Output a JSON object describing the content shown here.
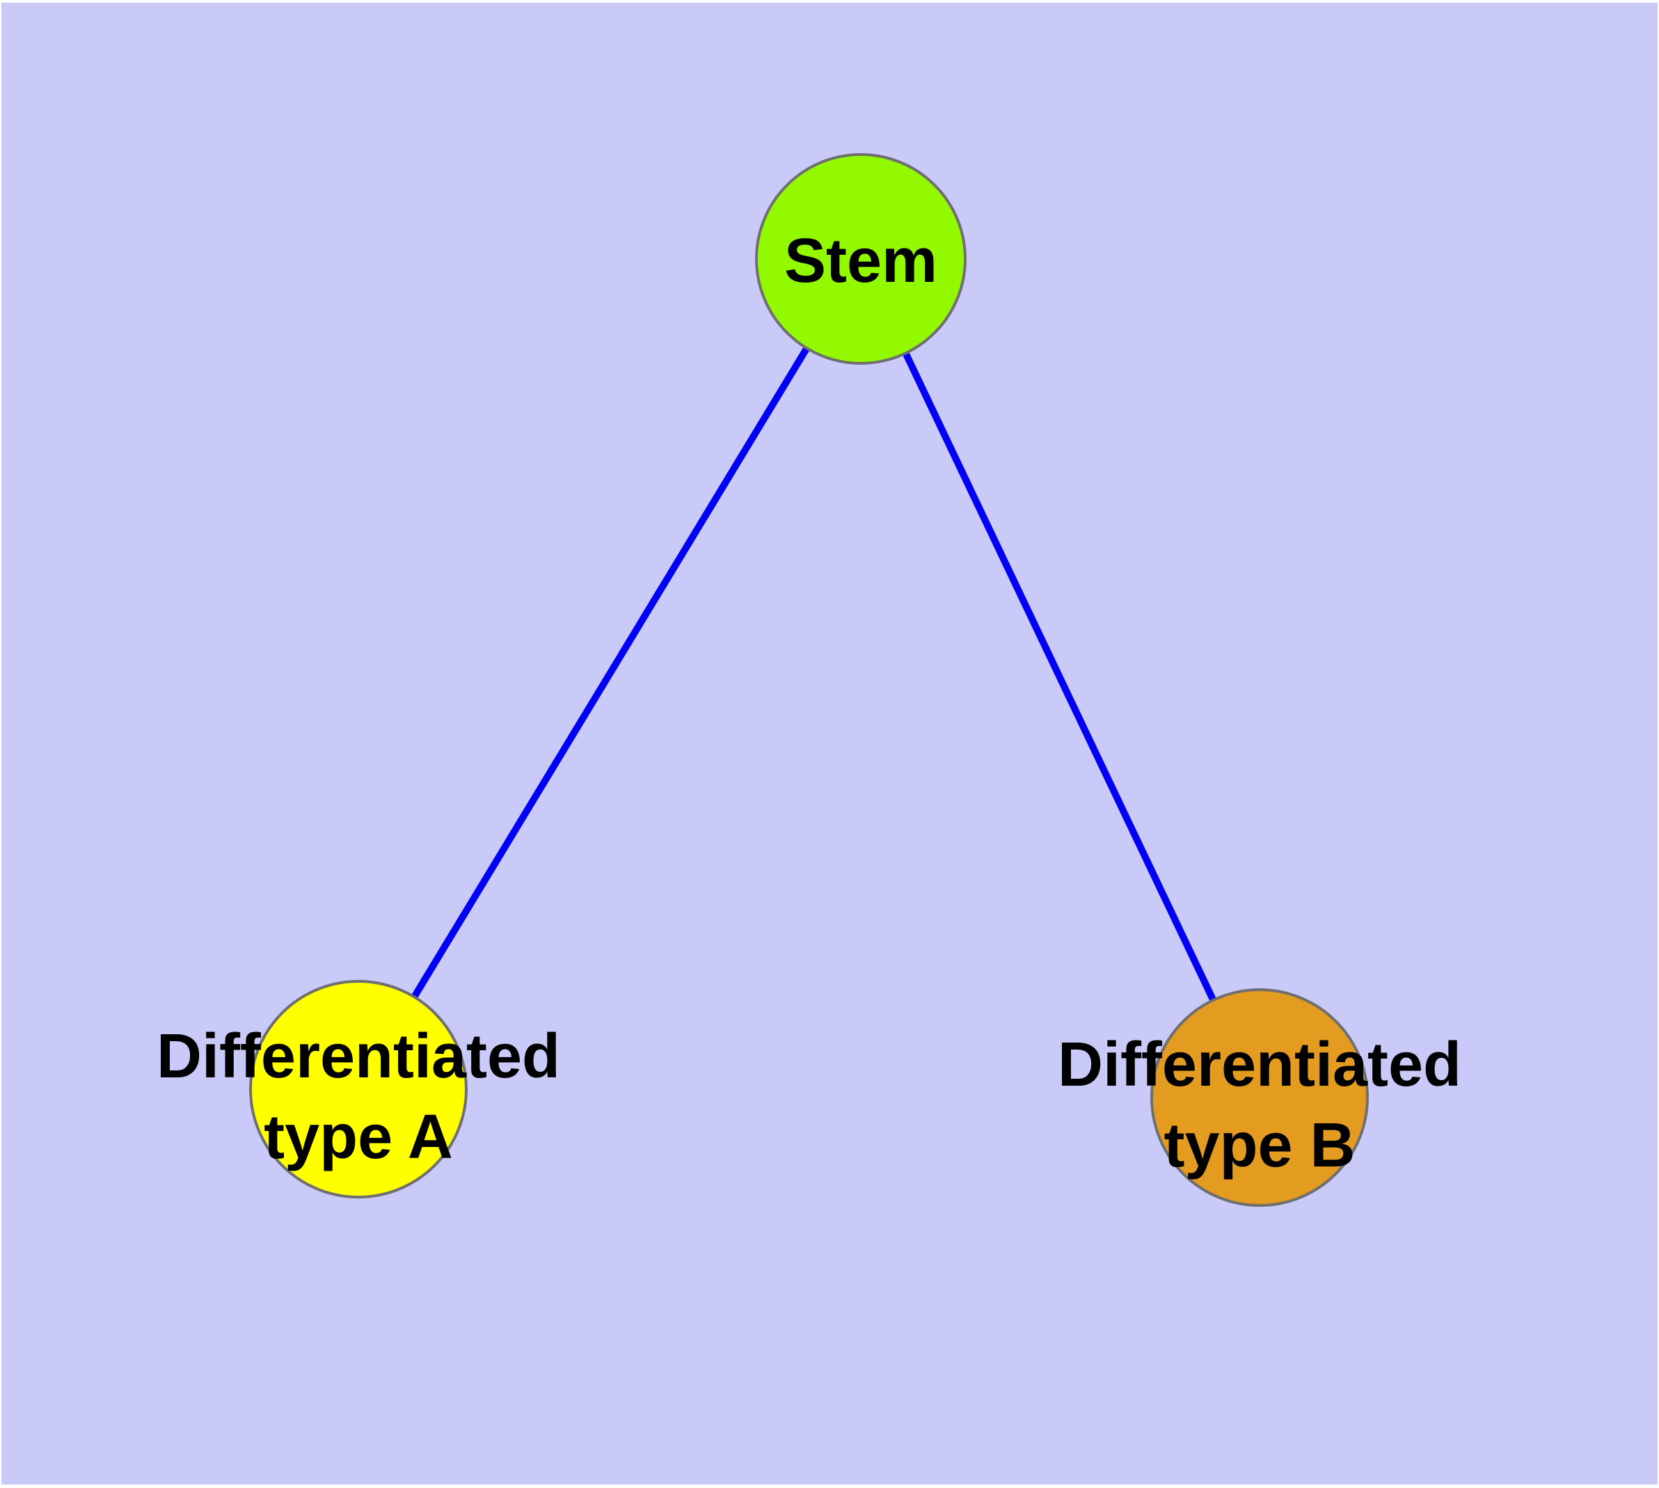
{
  "canvas": {
    "background_color": "#CACAF8",
    "margin_color": "#FFFFFF"
  },
  "graph": {
    "type": "node-link-diagram",
    "nodes": [
      {
        "id": "stem",
        "label": "Stem",
        "lines": [
          "Stem"
        ],
        "fill": "#93F900",
        "border_color": "#6F6F6F",
        "text_color": "#000000"
      },
      {
        "id": "differentiated-type-a",
        "label": "Differentiated type A",
        "lines": [
          "Differentiated",
          "type A"
        ],
        "fill": "#FFFF00",
        "border_color": "#6F6F6F",
        "text_color": "#000000"
      },
      {
        "id": "differentiated-type-b",
        "label": "Differentiated type B",
        "lines": [
          "Differentiated",
          "type B"
        ],
        "fill": "#E39B20",
        "border_color": "#6F6F6F",
        "text_color": "#000000"
      }
    ],
    "edges": [
      {
        "from": "Stem",
        "to": "Differentiated type A",
        "color": "#0000F5"
      },
      {
        "from": "Stem",
        "to": "Differentiated type B",
        "color": "#0000F5"
      }
    ]
  }
}
